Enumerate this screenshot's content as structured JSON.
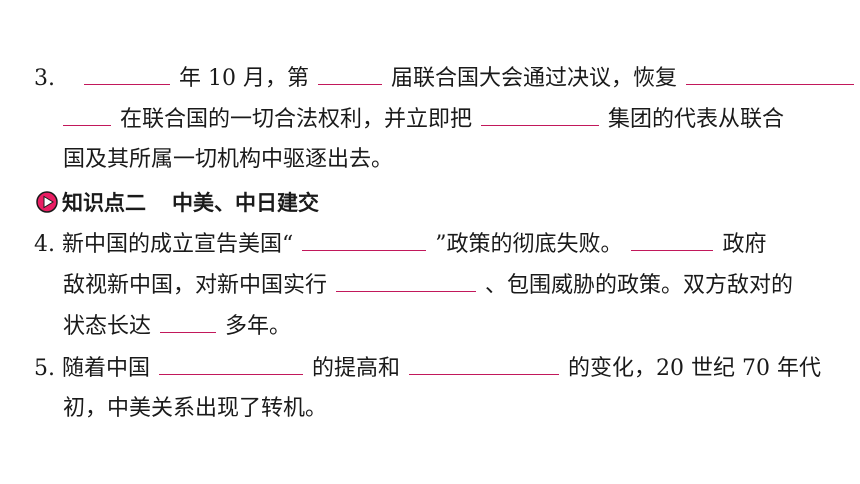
{
  "q3": {
    "line1": [
      "3.",
      "年 10 月，第",
      "届联合国大会通过决议，恢复"
    ],
    "line2": [
      "在联合国的一切合法权利，并立即把",
      "集团的代表从联合"
    ],
    "line3": "国及其所属一切机构中驱逐出去。"
  },
  "section": {
    "prefix": "知识点二",
    "title": "中美、中日建交"
  },
  "q4": {
    "line1": [
      "4. 新中国的成立宣告美国“",
      "”政策的彻底失败。",
      "政府"
    ],
    "line2": [
      "敌视新中国，对新中国实行",
      "、包围威胁的政策。双方敌对的"
    ],
    "line3": [
      "状态长达",
      "多年。"
    ]
  },
  "q5": {
    "line1": [
      "5. 随着中国",
      "的提高和",
      "的变化，20 世纪 70 年代"
    ],
    "line2": "初，中美关系出现了转机。"
  },
  "colors": {
    "accent": "#c2185b",
    "text": "#1a1a1a"
  },
  "icons": {
    "section_marker": "play-icon"
  }
}
